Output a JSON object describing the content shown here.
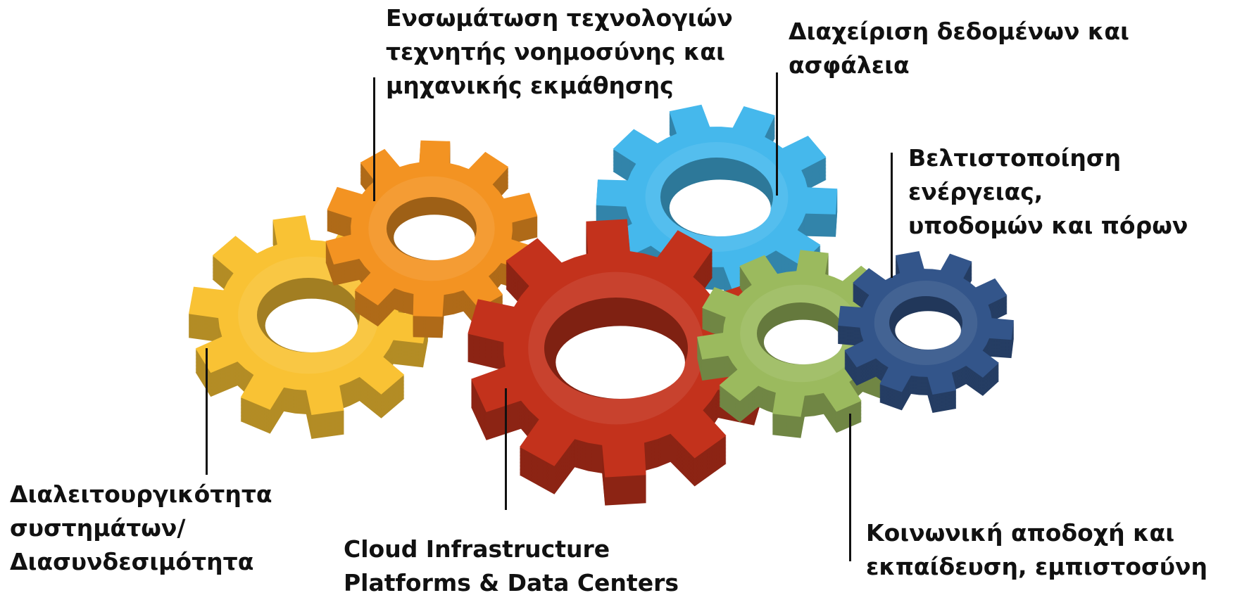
{
  "gears": [
    {
      "id": "yellow",
      "color": "#F9C234",
      "label": "Διαλειτουργικότητα\nσυστημάτων/\nΔιασυνδεσιμότητα"
    },
    {
      "id": "orange",
      "color": "#F39322",
      "label": "Ενσωμάτωση τεχνολογιών\nτεχνητής νοημοσύνης και\nμηχανικής εκμάθησης"
    },
    {
      "id": "red",
      "color": "#C3321C",
      "label": "Cloud Infrastructure\nPlatforms & Data Centers"
    },
    {
      "id": "blue",
      "color": "#45B8EC",
      "label": "Διαχείριση δεδομένων και\nασφάλεια"
    },
    {
      "id": "green",
      "color": "#9BBA5E",
      "label": "Κοινωνική αποδοχή και\nεκπαίδευση, εμπιστοσύνη"
    },
    {
      "id": "navy",
      "color": "#33558A",
      "label": "Βελτιστοποίηση ενέργειας,\nυποδομών και πόρων"
    }
  ]
}
